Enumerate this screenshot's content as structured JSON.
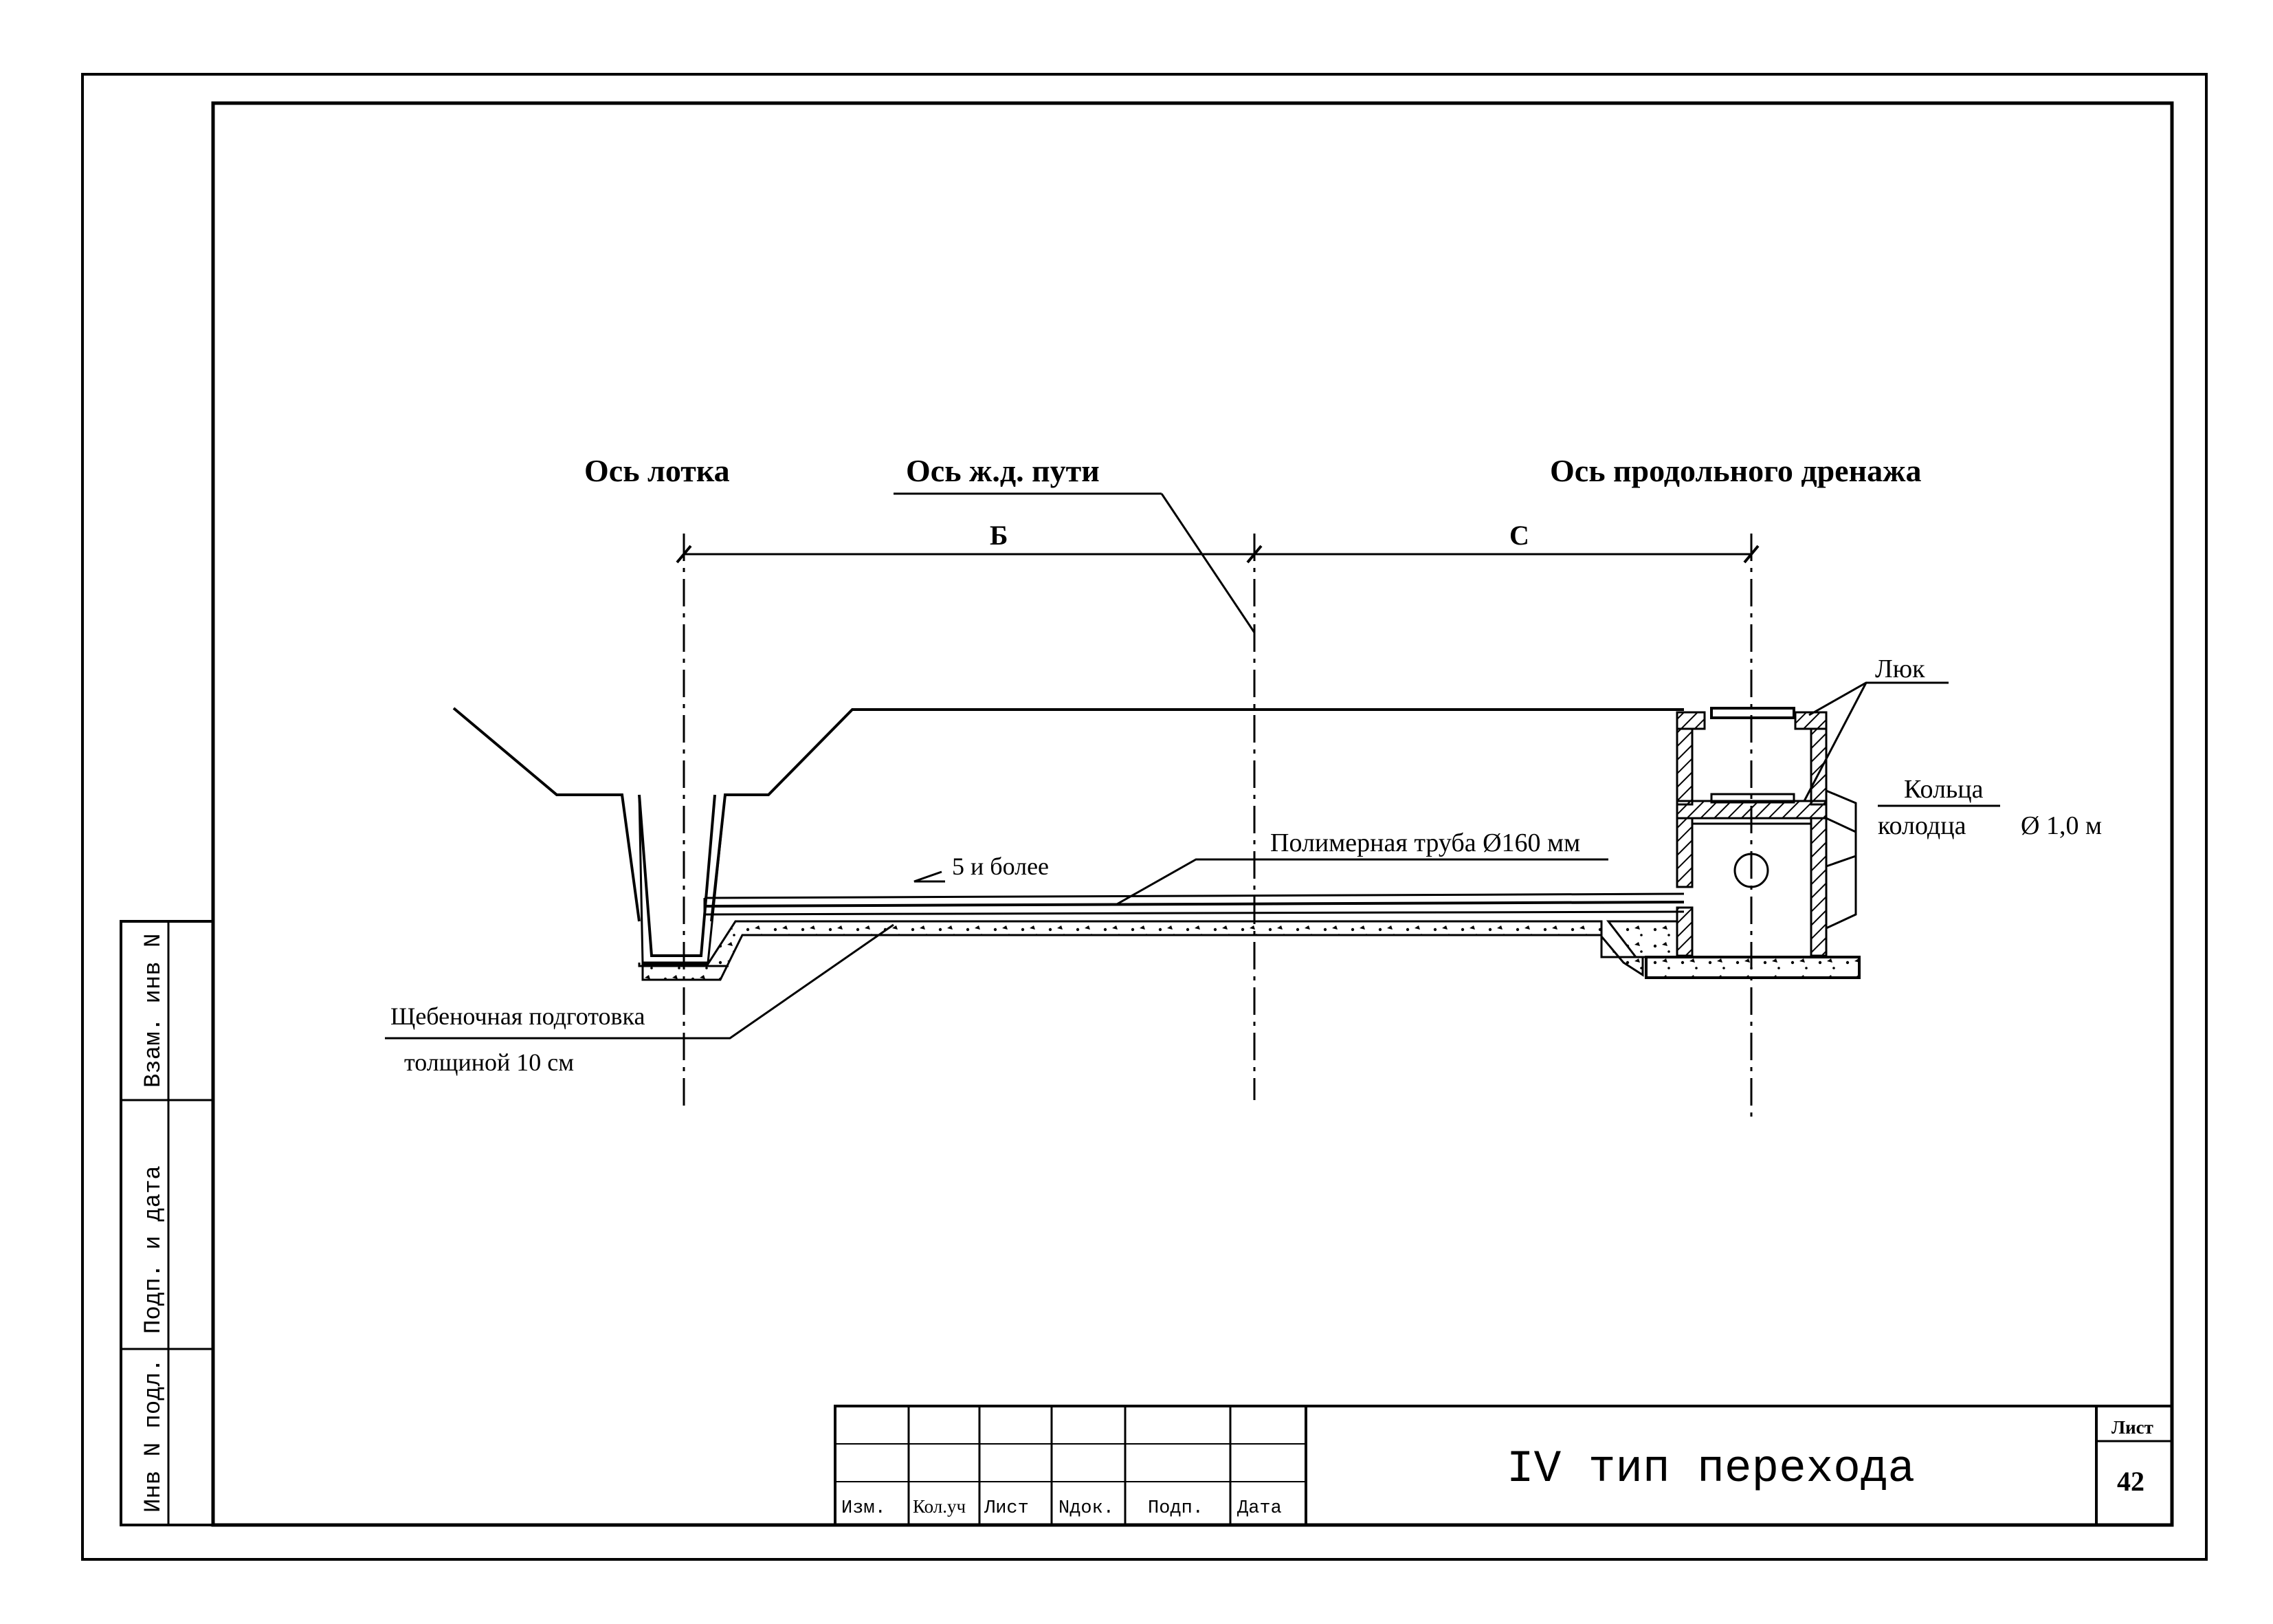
{
  "axis_labels": {
    "tray_axis": "Ось лотка",
    "track_axis": "Ось ж.д. пути",
    "drain_axis": "Ось продольного дренажа"
  },
  "dimensions": {
    "b": "Б",
    "c": "С"
  },
  "callouts": {
    "hatch": "Люк",
    "rings_line1": "Кольца",
    "rings_line2": "колодца",
    "rings_diameter": "Ø 1,0 м",
    "pipe": "Полимерная труба Ø160 мм",
    "slope": "5 и более",
    "gravel_line1": "Щебеночная подготовка",
    "gravel_line2": "толщиной 10 см"
  },
  "side_stamp": {
    "inv_replace": "Взам. инв N",
    "sign_date": "Подп. и дата",
    "inv_orig": "Инв N подл."
  },
  "title_block": {
    "col_izm": "Изм.",
    "col_kol": "Кол.уч",
    "col_list": "Лист",
    "col_ndok": "Nдок.",
    "col_podp": "Подп.",
    "col_data": "Дата",
    "title": "IV тип перехода",
    "sheet_label": "Лист",
    "sheet_number": "42"
  }
}
